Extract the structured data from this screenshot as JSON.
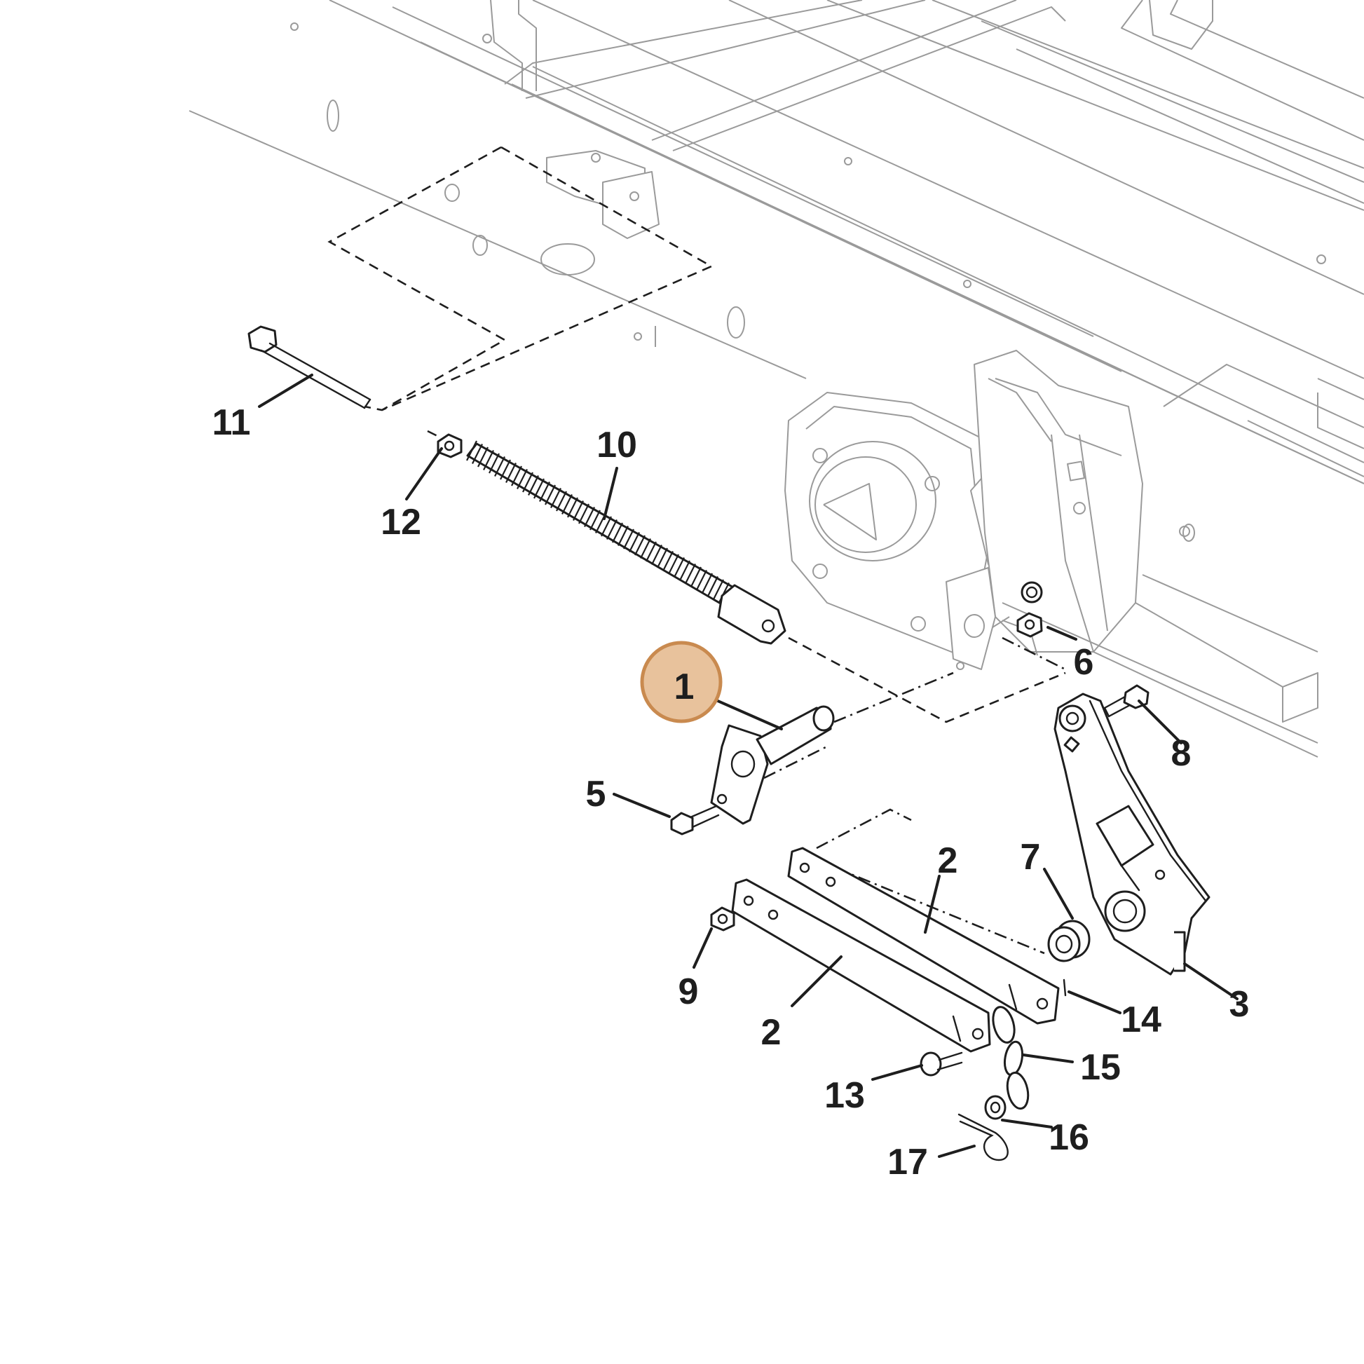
{
  "diagram": {
    "highlight_color": "#e8c29c",
    "highlight_stroke": "#c98a4f",
    "callouts": [
      {
        "id": "c1",
        "label": "1",
        "highlighted": true
      },
      {
        "id": "c2a",
        "label": "2"
      },
      {
        "id": "c2b",
        "label": "2"
      },
      {
        "id": "c3",
        "label": "3"
      },
      {
        "id": "c5",
        "label": "5"
      },
      {
        "id": "c6",
        "label": "6"
      },
      {
        "id": "c7",
        "label": "7"
      },
      {
        "id": "c8",
        "label": "8"
      },
      {
        "id": "c9",
        "label": "9"
      },
      {
        "id": "c10",
        "label": "10"
      },
      {
        "id": "c11",
        "label": "11"
      },
      {
        "id": "c12",
        "label": "12"
      },
      {
        "id": "c13",
        "label": "13"
      },
      {
        "id": "c14",
        "label": "14"
      },
      {
        "id": "c15",
        "label": "15"
      },
      {
        "id": "c16",
        "label": "16"
      },
      {
        "id": "c17",
        "label": "17"
      }
    ]
  }
}
